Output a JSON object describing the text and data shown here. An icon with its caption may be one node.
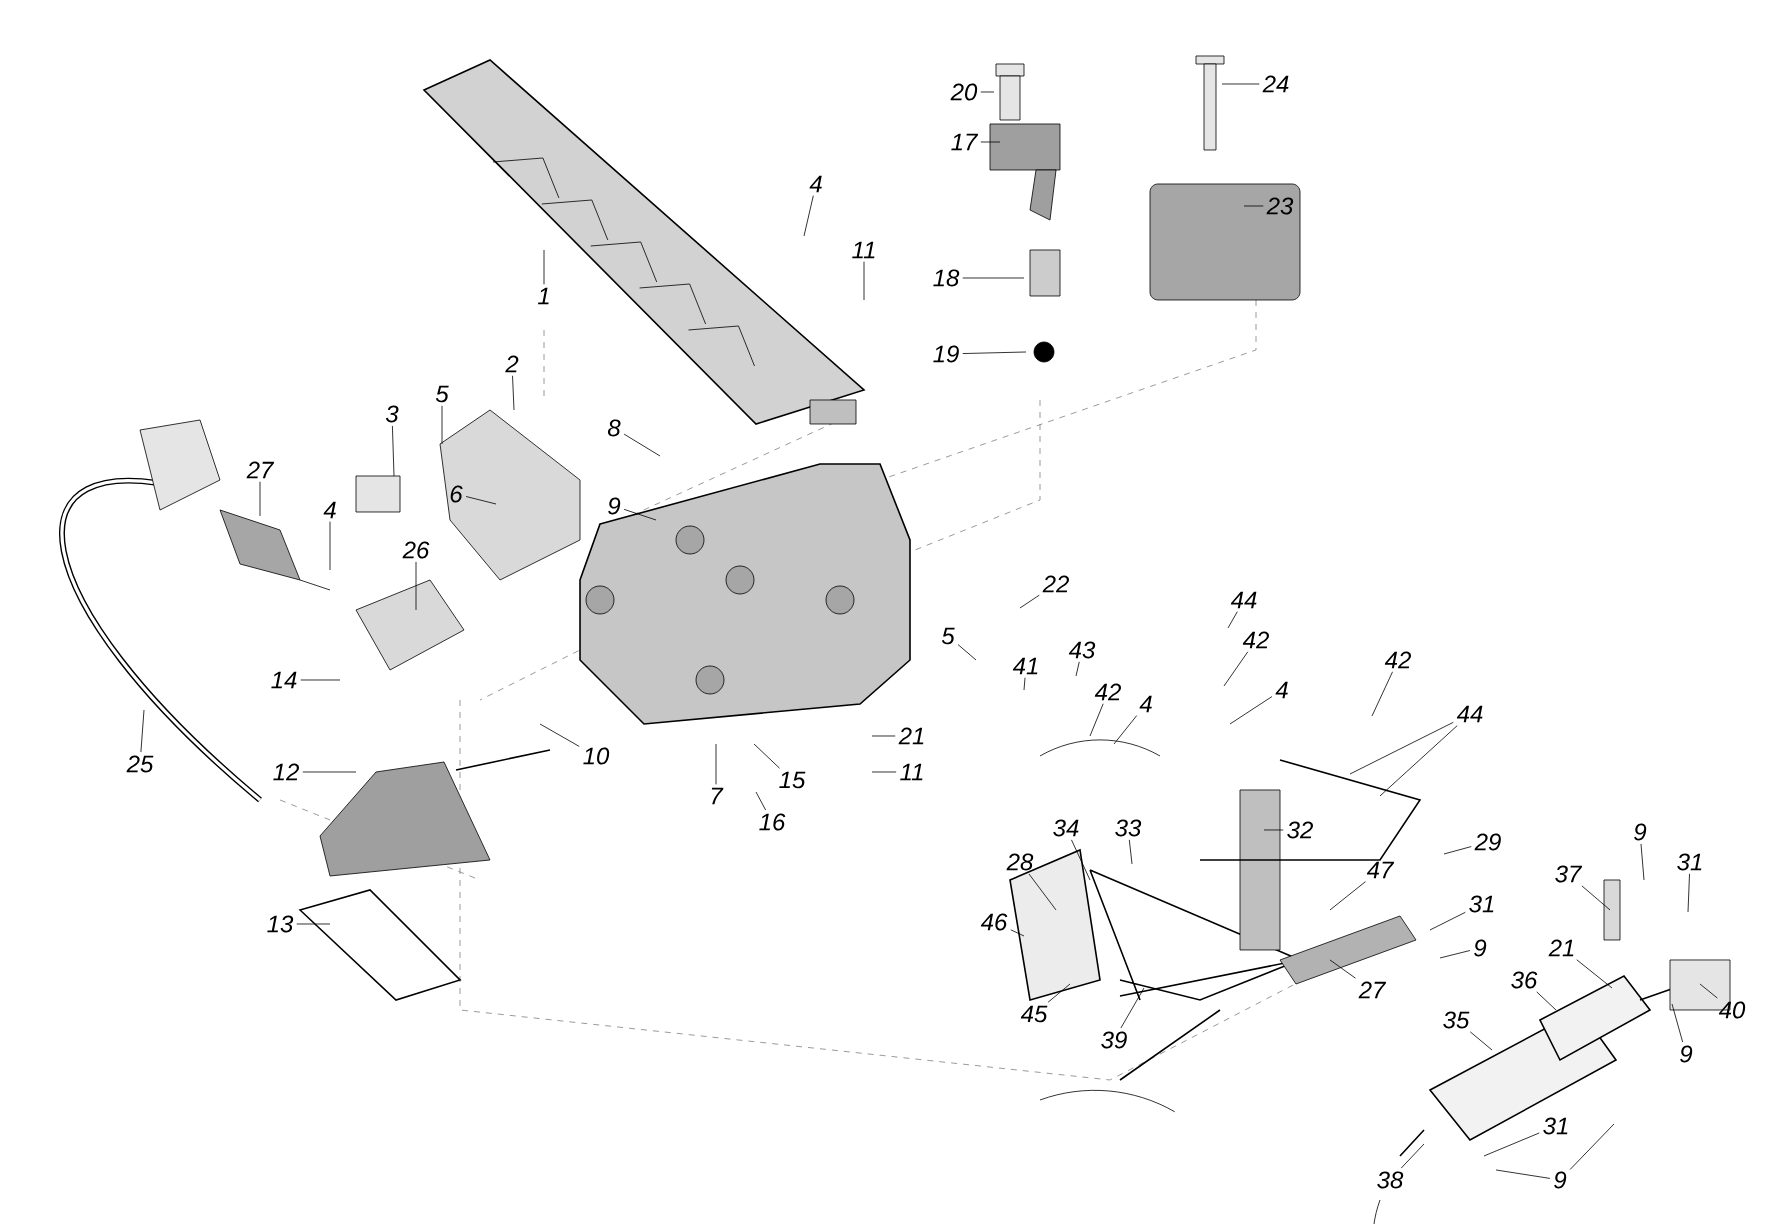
{
  "diagram": {
    "nodes": [
      {
        "text": [
          "20"
        ]
      },
      {
        "text": [
          "17"
        ]
      },
      {
        "text": [
          "24"
        ]
      },
      {
        "text": [
          "4"
        ]
      },
      {
        "text": [
          "23"
        ]
      },
      {
        "text": [
          "11"
        ]
      },
      {
        "text": [
          "1"
        ]
      },
      {
        "text": [
          "18"
        ]
      },
      {
        "text": [
          "2"
        ]
      },
      {
        "text": [
          "19"
        ]
      },
      {
        "text": [
          "5"
        ]
      },
      {
        "text": [
          "3"
        ]
      },
      {
        "text": [
          "8"
        ]
      },
      {
        "text": [
          "27"
        ]
      },
      {
        "text": [
          "6"
        ]
      },
      {
        "text": [
          "9"
        ]
      },
      {
        "text": [
          "4"
        ]
      },
      {
        "text": [
          "26"
        ]
      },
      {
        "text": [
          "22"
        ]
      },
      {
        "text": [
          "44"
        ]
      },
      {
        "text": [
          "5"
        ]
      },
      {
        "text": [
          "42"
        ]
      },
      {
        "text": [
          "43"
        ]
      },
      {
        "text": [
          "42"
        ]
      },
      {
        "text": [
          "41"
        ]
      },
      {
        "text": [
          "14"
        ]
      },
      {
        "text": [
          "42"
        ]
      },
      {
        "text": [
          "4"
        ]
      },
      {
        "text": [
          "4"
        ]
      },
      {
        "text": [
          "44"
        ]
      },
      {
        "text": [
          "25"
        ]
      },
      {
        "text": [
          "21"
        ]
      },
      {
        "text": [
          "10"
        ]
      },
      {
        "text": [
          "12"
        ]
      },
      {
        "text": [
          "11"
        ]
      },
      {
        "text": [
          "15"
        ]
      },
      {
        "text": [
          "7"
        ]
      },
      {
        "text": [
          "16"
        ]
      },
      {
        "text": [
          "33"
        ]
      },
      {
        "text": [
          "34"
        ]
      },
      {
        "text": [
          "32"
        ]
      },
      {
        "text": [
          "9"
        ]
      },
      {
        "text": [
          "29"
        ]
      },
      {
        "text": [
          "31"
        ]
      },
      {
        "text": [
          "28"
        ]
      },
      {
        "text": [
          "47"
        ]
      },
      {
        "text": [
          "37"
        ]
      },
      {
        "text": [
          "31"
        ]
      },
      {
        "text": [
          "46"
        ]
      },
      {
        "text": [
          "9"
        ]
      },
      {
        "text": [
          "21"
        ]
      },
      {
        "text": [
          "36"
        ]
      },
      {
        "text": [
          "27"
        ]
      },
      {
        "text": [
          "40"
        ]
      },
      {
        "text": [
          "45"
        ]
      },
      {
        "text": [
          "35"
        ]
      },
      {
        "text": [
          "39"
        ]
      },
      {
        "text": [
          "9"
        ]
      },
      {
        "text": [
          "31"
        ]
      },
      {
        "text": [
          "9"
        ]
      },
      {
        "text": [
          "38"
        ]
      },
      {
        "text": [
          "13"
        ]
      }
    ],
    "edges": [
      {
        "from": 0,
        "to": null,
        "arrow": "none"
      },
      {
        "from": 1,
        "to": null,
        "arrow": "none"
      },
      {
        "from": 2,
        "to": null,
        "arrow": "none"
      },
      {
        "from": 3,
        "to": null,
        "arrow": "none"
      },
      {
        "from": 4,
        "to": null,
        "arrow": "none"
      },
      {
        "from": 5,
        "to": null,
        "arrow": "none"
      },
      {
        "from": 6,
        "to": null,
        "arrow": "none"
      },
      {
        "from": 7,
        "to": null,
        "arrow": "none"
      },
      {
        "from": 8,
        "to": null,
        "arrow": "none"
      },
      {
        "from": 9,
        "to": null,
        "arrow": "none"
      },
      {
        "from": 10,
        "to": null,
        "arrow": "none"
      },
      {
        "from": 11,
        "to": null,
        "arrow": "none"
      },
      {
        "from": 12,
        "to": null,
        "arrow": "none"
      },
      {
        "from": 13,
        "to": null,
        "arrow": "none"
      },
      {
        "from": 14,
        "to": null,
        "arrow": "none"
      },
      {
        "from": 15,
        "to": null,
        "arrow": "none"
      },
      {
        "from": 16,
        "to": null,
        "arrow": "none"
      },
      {
        "from": 17,
        "to": null,
        "arrow": "none"
      },
      {
        "from": 18,
        "to": null,
        "arrow": "none"
      },
      {
        "from": 19,
        "to": null,
        "arrow": "none"
      },
      {
        "from": 20,
        "to": null,
        "arrow": "none"
      },
      {
        "from": 21,
        "to": null,
        "arrow": "none"
      },
      {
        "from": 22,
        "to": null,
        "arrow": "none"
      },
      {
        "from": 23,
        "to": null,
        "arrow": "none"
      },
      {
        "from": 24,
        "to": null,
        "arrow": "none"
      },
      {
        "from": 25,
        "to": null,
        "arrow": "none"
      },
      {
        "from": 26,
        "to": null,
        "arrow": "none"
      },
      {
        "from": 27,
        "to": null,
        "arrow": "none"
      },
      {
        "from": 28,
        "to": null,
        "arrow": "none"
      },
      {
        "from": 29,
        "to": null,
        "arrow": "none"
      },
      {
        "from": 30,
        "to": null,
        "arrow": "none"
      },
      {
        "from": 31,
        "to": null,
        "arrow": "none"
      },
      {
        "from": 32,
        "to": null,
        "arrow": "none"
      },
      {
        "from": 33,
        "to": null,
        "arrow": "none"
      },
      {
        "from": 34,
        "to": null,
        "arrow": "none"
      },
      {
        "from": 35,
        "to": null,
        "arrow": "none"
      },
      {
        "from": 36,
        "to": null,
        "arrow": "none"
      },
      {
        "from": 37,
        "to": null,
        "arrow": "none"
      },
      {
        "from": 38,
        "to": null,
        "arrow": "none"
      },
      {
        "from": 39,
        "to": null,
        "arrow": "none"
      },
      {
        "from": 40,
        "to": null,
        "arrow": "none"
      },
      {
        "from": 41,
        "to": null,
        "arrow": "none"
      },
      {
        "from": 42,
        "to": null,
        "arrow": "none"
      },
      {
        "from": 43,
        "to": null,
        "arrow": "none"
      },
      {
        "from": 44,
        "to": null,
        "arrow": "none"
      },
      {
        "from": 45,
        "to": null,
        "arrow": "none"
      },
      {
        "from": 46,
        "to": null,
        "arrow": "none"
      },
      {
        "from": 47,
        "to": null,
        "arrow": "none"
      },
      {
        "from": 48,
        "to": null,
        "arrow": "none"
      },
      {
        "from": 49,
        "to": null,
        "arrow": "none"
      },
      {
        "from": 50,
        "to": null,
        "arrow": "none"
      },
      {
        "from": 51,
        "to": null,
        "arrow": "none"
      },
      {
        "from": 52,
        "to": null,
        "arrow": "none"
      },
      {
        "from": 53,
        "to": null,
        "arrow": "none"
      },
      {
        "from": 54,
        "to": null,
        "arrow": "none"
      },
      {
        "from": 55,
        "to": null,
        "arrow": "none"
      },
      {
        "from": 56,
        "to": null,
        "arrow": "none"
      },
      {
        "from": 57,
        "to": null,
        "arrow": "none"
      },
      {
        "from": 58,
        "to": null,
        "arrow": "none"
      },
      {
        "from": 59,
        "to": null,
        "arrow": "none"
      },
      {
        "from": 60,
        "to": null,
        "arrow": "none"
      },
      {
        "from": 61,
        "to": null,
        "arrow": "none"
      },
      {
        "from": 29,
        "to": null,
        "arrow": "none"
      },
      {
        "from": 59,
        "to": null,
        "arrow": "none"
      }
    ]
  }
}
